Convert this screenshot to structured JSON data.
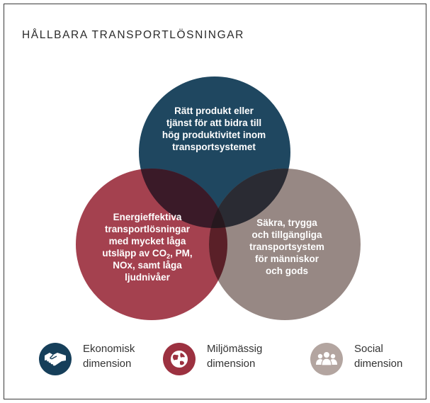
{
  "title": "HÅLLBARA TRANSPORTLÖSNINGAR",
  "circles": {
    "economic": {
      "lines": [
        "Rätt produkt eller",
        "tjänst för att bidra till",
        "hög produktivitet inom",
        "transportsystemet"
      ],
      "color": "#163f5a"
    },
    "environmental": {
      "lines": [
        "Energieffektiva",
        "transportlösningar",
        "med mycket låga"
      ],
      "co2_prefix": "utsläpp av CO",
      "co2_sub": "2",
      "co2_suffix": ", PM,",
      "lines_after": [
        "NOx, samt låga",
        "ljudnivåer"
      ],
      "color": "#9c3140"
    },
    "social": {
      "lines": [
        "Säkra, trygga",
        "och tillgängliga",
        "transportsystem",
        "för människor",
        "och gods"
      ],
      "color": "#8e7e7a"
    }
  },
  "legend": [
    {
      "line1": "Ekonomisk",
      "line2": "dimension",
      "icon": "handshake-icon",
      "color": "#163f5a"
    },
    {
      "line1": "Miljömässig",
      "line2": "dimension",
      "icon": "globe-icon",
      "color": "#9c3140"
    },
    {
      "line1": "Social",
      "line2": "dimension",
      "icon": "people-icon",
      "color": "#b3a5a0"
    }
  ]
}
